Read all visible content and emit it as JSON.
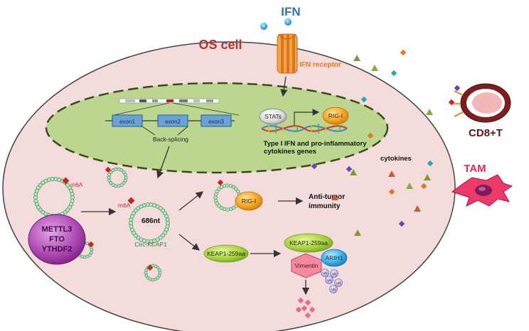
{
  "labels": {
    "ifn": "IFN",
    "os_cell": "OS cell",
    "ifn_receptor": "IFN receptor",
    "exon1": "exon1",
    "exon2": "exon2",
    "exon3": "exon3",
    "back_splicing": "Back-splicing",
    "stats": "STATs",
    "rig_i_nucleus": "RIG-I",
    "genes_line1": "Type I IFN and pro-inflammatory",
    "genes_line2": "cytokines genes",
    "cytokines": "cytokines",
    "cd8t": "CD8+T",
    "tam": "TAM",
    "m6a_left": "m6A",
    "m6a_mid": "m6A",
    "nt686": "686nt",
    "circ_keap1": "Circ-KEAP1",
    "rig_i_cyto": "RIG-I",
    "anti_tumor_line1": "Anti-tumor",
    "anti_tumor_line2": "immunity",
    "mettl3": "METTL3",
    "fto": "FTO",
    "ythdf2": "YTHDF2",
    "keap1_left": "KEAP1-259aa",
    "keap1_right": "KEAP1-259aa",
    "vimentin": "Vimentin",
    "arih1": "ARIH1",
    "ub1": "Ub",
    "ub2": "Ub",
    "ub3": "Ub",
    "ub4": "Ub",
    "ub5": "Ub"
  },
  "colors": {
    "cell_fill": "#f4dcdc",
    "cell_stroke": "#444444",
    "nucleus_fill": "#bcd68f",
    "title_red": "#b5322e",
    "ifn_blue": "#2e78a8",
    "receptor_orange": "#e07b1b",
    "green_circ": "#2f8f4e",
    "purple": "#8b2f8e",
    "cd8_red": "#7a1e1e",
    "tam_pink": "#e8275a"
  }
}
